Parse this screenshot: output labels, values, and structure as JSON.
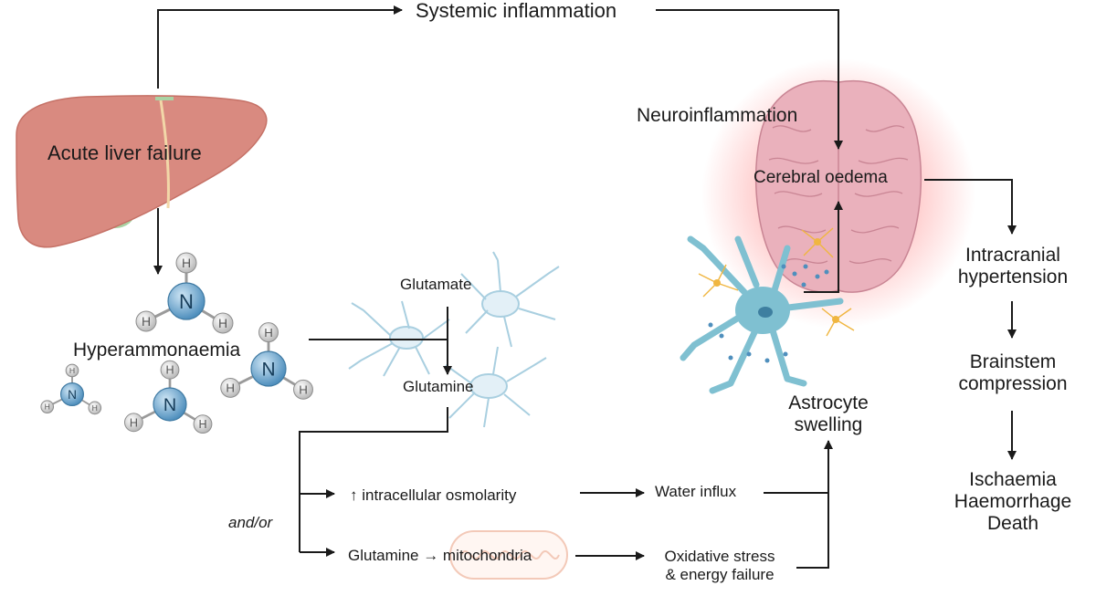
{
  "nodes": {
    "systemic_inflammation": "Systemic inflammation",
    "acute_liver_failure": "Acute liver failure",
    "neuroinflammation": "Neuroinflammation",
    "cerebral_oedema": "Cerebral oedema",
    "intracranial_hypertension": "Intracranial\nhypertension",
    "brainstem_compression": "Brainstem\ncompression",
    "outcome": "Ischaemia\nHaemorrhage\nDeath",
    "hyperammonaemia": "Hyperammonaemia",
    "glutamate": "Glutamate",
    "glutamine": "Glutamine",
    "astrocyte_swelling": "Astrocyte\nswelling",
    "osmolarity": "↑ intracellular osmolarity",
    "water_influx": "Water influx",
    "glutamine_mito": "Glutamine → mitochondria",
    "oxidative_stress": "Oxidative stress\n& energy failure",
    "and_or": "and/or"
  },
  "molecule": {
    "nitrogen": "N",
    "hydrogen": "H"
  },
  "colors": {
    "liver": "#d98a80",
    "gallbladder": "#a9d3a4",
    "ammonia_n": "#6fa9cf",
    "ammonia_h": "#d6d6d6",
    "brain": "#eab1bc",
    "brain_glow": "#ff6b6b",
    "astrocyte_light": "#cfe3ee",
    "astrocyte": "#7fc0d1",
    "neuron_yellow": "#f0b640",
    "mitochondria": "#f3c9b8",
    "arrow": "#1a1a1a"
  }
}
